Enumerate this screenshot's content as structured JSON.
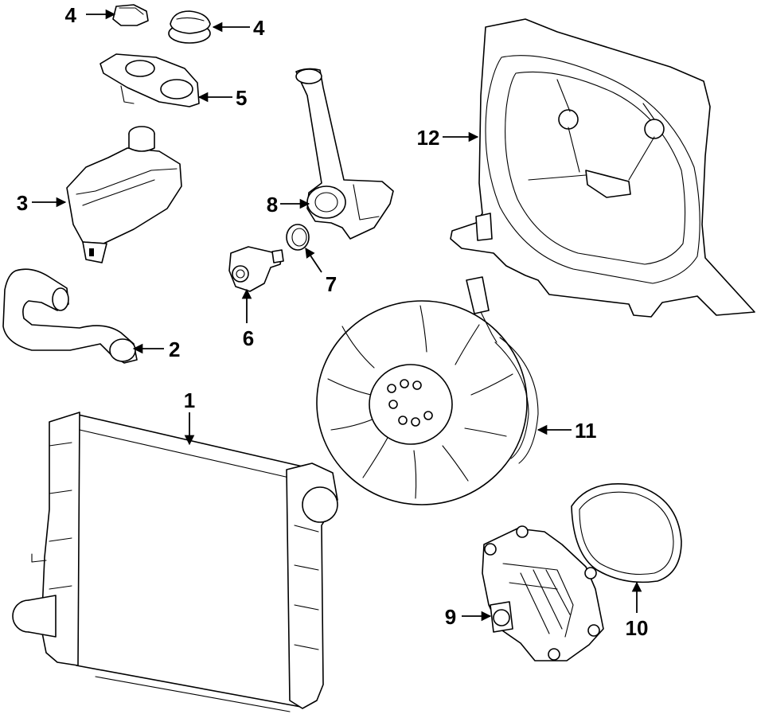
{
  "callouts": {
    "radiator": "1",
    "lower_hose": "2",
    "reservoir": "3",
    "cap_left": "4",
    "cap_right": "4",
    "bracket": "5",
    "sensor": "6",
    "o_ring": "7",
    "outlet_pipe": "8",
    "water_pump": "9",
    "pump_gasket": "10",
    "fan": "11",
    "shroud": "12"
  },
  "colors": {
    "line": "#000000",
    "background": "#ffffff"
  }
}
